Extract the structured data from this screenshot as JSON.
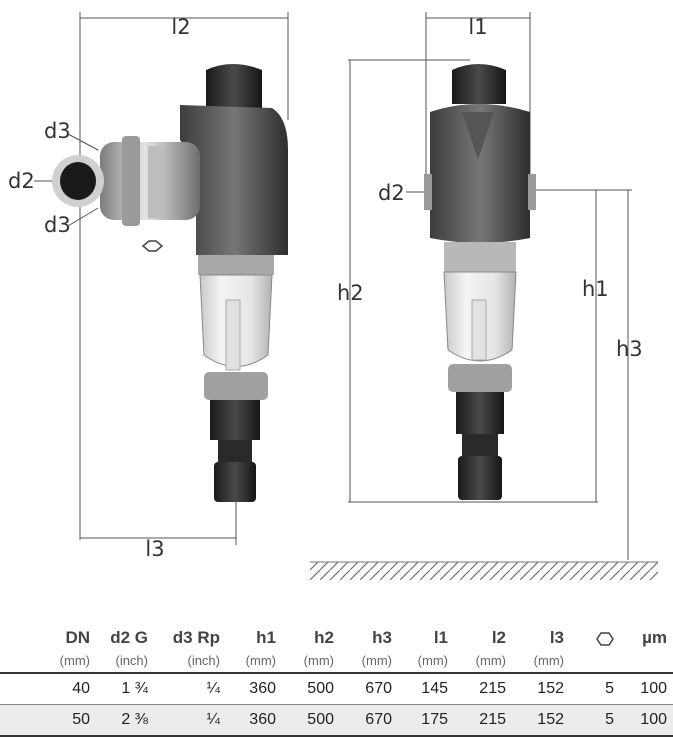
{
  "dimensions": {
    "l1": "l1",
    "l2": "l2",
    "l3": "l3",
    "d2_left": "d2",
    "d3_top": "d3",
    "d3_bottom": "d3",
    "d2_right": "d2",
    "h1": "h1",
    "h2": "h2",
    "h3": "h3"
  },
  "table": {
    "headers": [
      "DN",
      "d2 G",
      "d3 Rp",
      "h1",
      "h2",
      "h3",
      "l1",
      "l2",
      "l3",
      "",
      "µm"
    ],
    "units": [
      "(mm)",
      "(inch)",
      "(inch)",
      "(mm)",
      "(mm)",
      "(mm)",
      "(mm)",
      "(mm)",
      "(mm)",
      "",
      ""
    ],
    "hex_icon": "hexagon-wrench-icon",
    "rows": [
      [
        "40",
        "1 ¾",
        "¼",
        "360",
        "500",
        "670",
        "145",
        "215",
        "152",
        "5",
        "100"
      ],
      [
        "50",
        "2 ⅜",
        "¼",
        "360",
        "500",
        "670",
        "175",
        "215",
        "152",
        "5",
        "100"
      ]
    ]
  }
}
